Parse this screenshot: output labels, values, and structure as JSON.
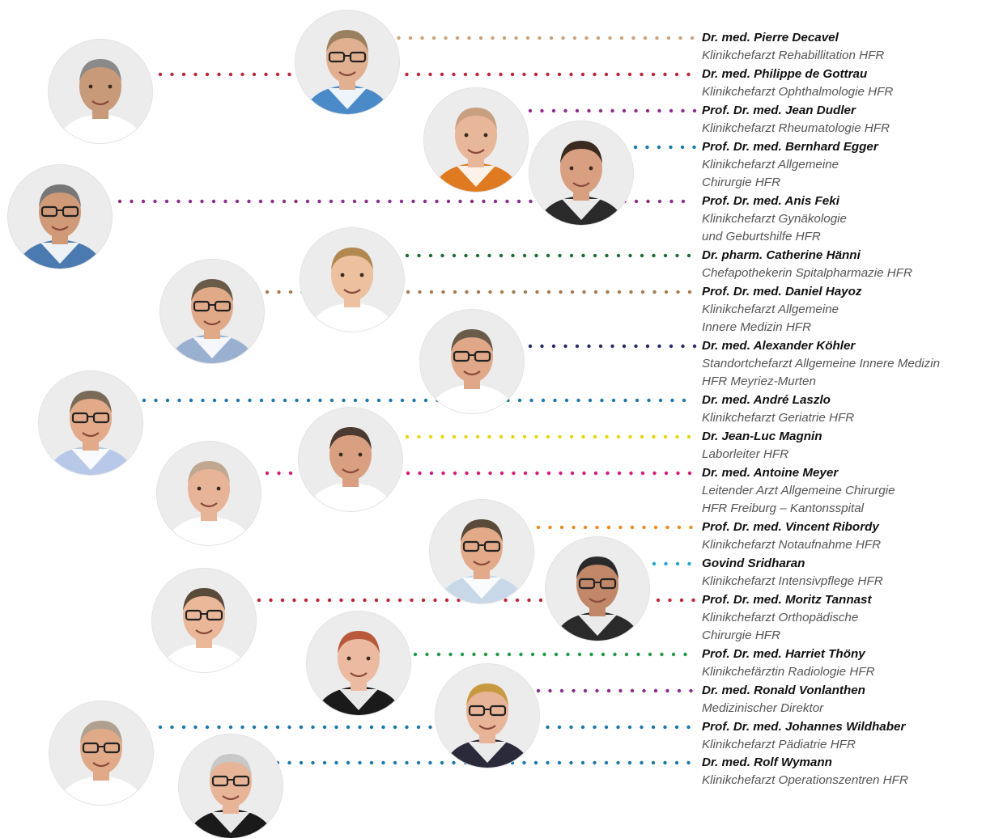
{
  "people": [
    {
      "name": "Dr. med. Pierre Decavel",
      "role": [
        "Klinikchefarzt Rehabillitation HFR"
      ],
      "color": "#c8a27a"
    },
    {
      "name": "Dr. med. Philippe de Gottrau",
      "role": [
        "Klinikchefarzt Ophthalmologie HFR"
      ],
      "color": "#c0223a"
    },
    {
      "name": "Prof. Dr. med. Jean Dudler",
      "role": [
        "Klinikchefarzt Rheumatologie  HFR"
      ],
      "color": "#8e2a8e"
    },
    {
      "name": "Prof. Dr. med. Bernhard Egger",
      "role": [
        "Klinikchefarzt Allgemeine",
        "Chirurgie HFR"
      ],
      "color": "#1a78b0"
    },
    {
      "name": "Prof. Dr. med. Anis Feki",
      "role": [
        "Klinikchefarzt Gynäkologie",
        "und Geburtshilfe HFR"
      ],
      "color": "#8e2a8e"
    },
    {
      "name": "Dr. pharm. Catherine Hänni",
      "role": [
        "Chefapothekerin Spitalpharmazie HFR"
      ],
      "color": "#1e6b3a"
    },
    {
      "name": "Prof. Dr. med. Daniel Hayoz",
      "role": [
        "Klinikchefarzt Allgemeine",
        "Innere Medizin HFR"
      ],
      "color": "#a57a4e"
    },
    {
      "name": "Dr. med. Alexander Köhler",
      "role": [
        "Standortchefarzt Allgemeine Innere Medizin",
        "HFR Meyriez-Murten"
      ],
      "color": "#2a2a6b"
    },
    {
      "name": "Dr. med. André Laszlo",
      "role": [
        "Klinikchefarzt Geriatrie HFR"
      ],
      "color": "#1a78b0"
    },
    {
      "name": "Dr. Jean-Luc Magnin",
      "role": [
        "Laborleiter HFR"
      ],
      "color": "#e6d800"
    },
    {
      "name": "Dr. med. Antoine Meyer",
      "role": [
        "Leitender Arzt Allgemeine Chirurgie",
        "HFR Freiburg – Kantonsspital"
      ],
      "color": "#e0157a"
    },
    {
      "name": "Prof. Dr. med. Vincent Ribordy",
      "role": [
        "Klinikchefarzt Notaufnahme HFR"
      ],
      "color": "#f08a1e"
    },
    {
      "name": "Govind Sridharan",
      "role": [
        "Klinikchefarzt Intensivpflege HFR"
      ],
      "color": "#1aa8d8"
    },
    {
      "name": "Prof. Dr. med. Moritz Tannast",
      "role": [
        "Klinikchefarzt Orthopädische",
        "Chirurgie HFR"
      ],
      "color": "#c0223a"
    },
    {
      "name": "Prof. Dr. med. Harriet Thöny",
      "role": [
        "Klinikchefärztin Radiologie HFR"
      ],
      "color": "#1e9a4a"
    },
    {
      "name": "Dr. med. Ronald Vonlanthen",
      "role": [
        "Medizinischer Direktor"
      ],
      "color": "#8e2a8e"
    },
    {
      "name": "Prof. Dr. med. Johannes Wildhaber",
      "role": [
        "Klinikchefarzt Pädiatrie HFR"
      ],
      "color": "#1a78b0"
    },
    {
      "name": "Dr. med. Rolf Wymann",
      "role": [
        "Klinikchefarzt Operationszentren HFR"
      ],
      "color": "#1a78b0"
    }
  ]
}
